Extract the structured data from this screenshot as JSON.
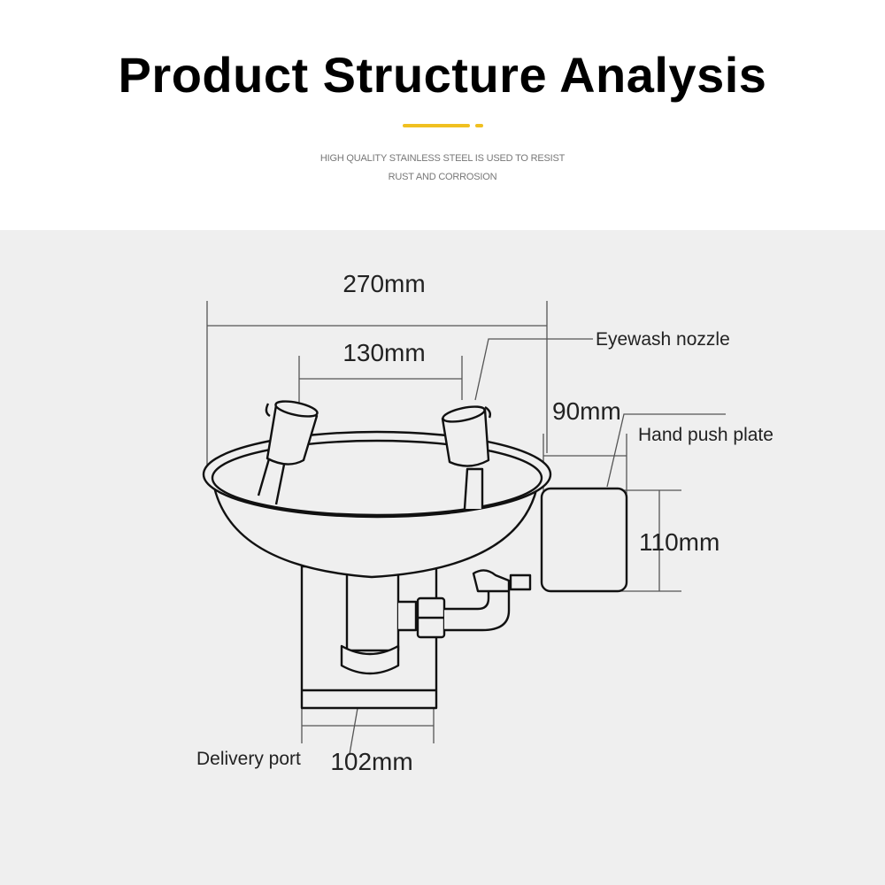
{
  "header": {
    "title": "Product Structure Analysis",
    "subtitle_line1": "HIGH QUALITY STAINLESS STEEL IS USED TO RESIST",
    "subtitle_line2": "RUST AND CORROSION",
    "accent_color": "#f0c020"
  },
  "diagram": {
    "dimensions": {
      "overall_width": "270mm",
      "nozzle_spacing": "130mm",
      "plate_depth": "90mm",
      "plate_height": "110mm",
      "base_width": "102mm"
    },
    "labels": {
      "eyewash_nozzle": "Eyewash nozzle",
      "hand_push_plate": "Hand push plate",
      "delivery_port": "Delivery port"
    }
  }
}
